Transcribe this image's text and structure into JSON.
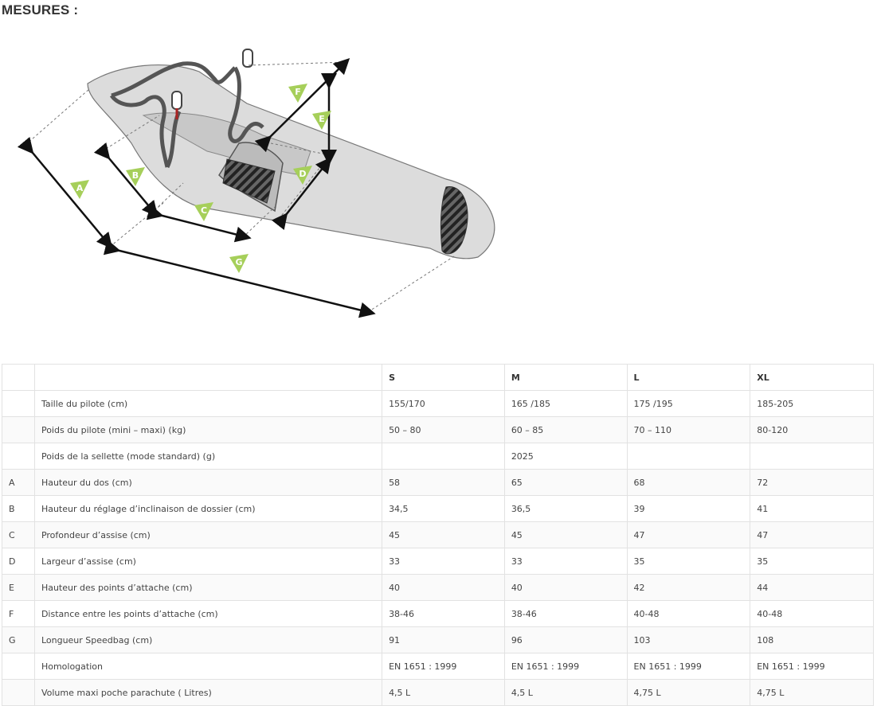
{
  "page": {
    "title": "MESURES :"
  },
  "diagram": {
    "labels": [
      "A",
      "B",
      "C",
      "D",
      "E",
      "F",
      "G"
    ]
  },
  "table": {
    "headers": [
      "",
      "",
      "S",
      "M",
      "L",
      "XL"
    ],
    "rows": [
      [
        "",
        "Taille du pilote (cm)",
        "155/170",
        "165 /185",
        "175 /195",
        "185-205"
      ],
      [
        "",
        "Poids du pilote (mini – maxi) (kg)",
        "50 – 80",
        "60 – 85",
        "70 – 110",
        "80-120"
      ],
      [
        "",
        "Poids de la sellette (mode standard) (g)",
        "",
        "2025",
        "",
        ""
      ],
      [
        "A",
        "Hauteur du dos (cm)",
        "58",
        "65",
        "68",
        "72"
      ],
      [
        "B",
        "Hauteur du réglage d’inclinaison de dossier (cm)",
        "34,5",
        "36,5",
        "39",
        "41"
      ],
      [
        "C",
        "Profondeur d’assise (cm)",
        "45",
        "45",
        "47",
        "47"
      ],
      [
        "D",
        "Largeur d’assise (cm)",
        "33",
        "33",
        "35",
        "35"
      ],
      [
        "E",
        "Hauteur des points d’attache (cm)",
        "40",
        "40",
        "42",
        "44"
      ],
      [
        "F",
        "Distance entre les points d’attache (cm)",
        "38-46",
        "38-46",
        "40-48",
        "40-48"
      ],
      [
        "G",
        "Longueur Speedbag (cm)",
        "91",
        "96",
        "103",
        "108"
      ],
      [
        "",
        "Homologation",
        "EN 1651 : 1999",
        "EN 1651 : 1999",
        "EN 1651 : 1999",
        "EN 1651 : 1999"
      ],
      [
        "",
        "Volume maxi poche parachute ( Litres)",
        "4,5 L",
        "4,5 L",
        "4,75 L",
        "4,75 L"
      ]
    ]
  },
  "colors": {
    "label_green": "#a6cf5a",
    "pod_fill": "#dcdcdc",
    "strap": "#555555"
  }
}
